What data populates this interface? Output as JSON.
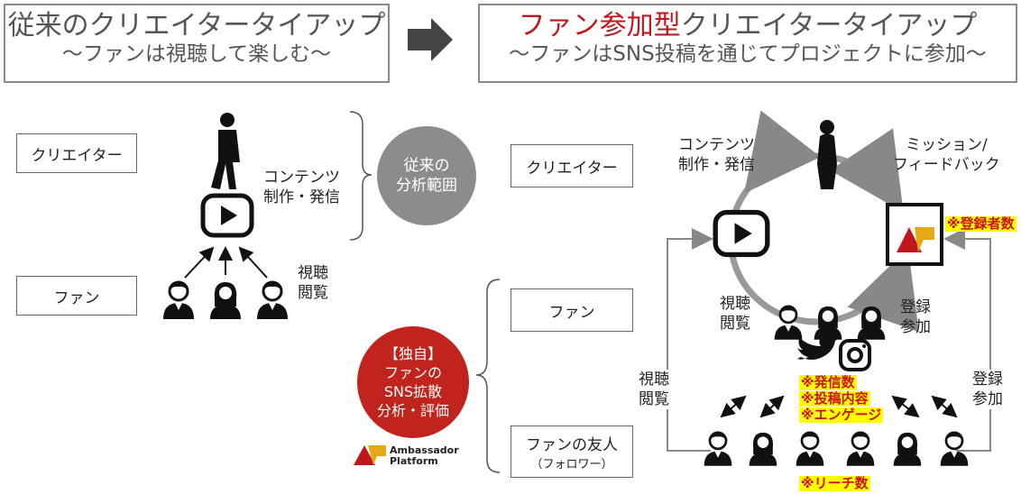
{
  "header": {
    "left_title": "従来のクリエイタータイアップ",
    "left_subtitle": "〜ファンは視聴して楽しむ〜",
    "right_title_accent": "ファン参加型",
    "right_title_rest": "クリエイタータイアップ",
    "right_subtitle": "〜ファンはSNS投稿を通じてプロジェクトに参加〜"
  },
  "left": {
    "creator_label": "クリエイター",
    "fan_label": "ファン",
    "content_line1": "コンテンツ",
    "content_line2": "制作・発信",
    "view_line1": "視聴",
    "view_line2": "閲覧",
    "scope_line1": "従来の",
    "scope_line2": "分析範囲"
  },
  "middle": {
    "unique_line1": "【独自】",
    "unique_line2": "ファンの",
    "unique_line3": "SNS拡散",
    "unique_line4": "分析・評価",
    "logo_line1": "Ambassador",
    "logo_line2": "Platform"
  },
  "right": {
    "creator_label": "クリエイター",
    "fan_label": "ファン",
    "friend_label_line1": "ファンの友人",
    "friend_label_line2": "（フォロワー）",
    "content_line1": "コンテンツ",
    "content_line2": "制作・発信",
    "mission_line1": "ミッション/",
    "mission_line2": "フィードバック",
    "view_line1": "視聴",
    "view_line2": "閲覧",
    "reg_line1": "登録",
    "reg_line2": "参加",
    "outer_view_line1": "視聴",
    "outer_view_line2": "閲覧",
    "outer_reg_line1": "登録",
    "outer_reg_line2": "参加",
    "note_registrants": "※登録者数",
    "note_posts": "※発信数",
    "note_content": "※投稿内容",
    "note_engage": "※エンゲージ",
    "note_reach": "※リーチ数"
  },
  "colors": {
    "accent_red": "#c0161c",
    "gray_circle": "#8c8c8c",
    "red_circle": "#c0241c",
    "highlight": "#ffff00"
  }
}
